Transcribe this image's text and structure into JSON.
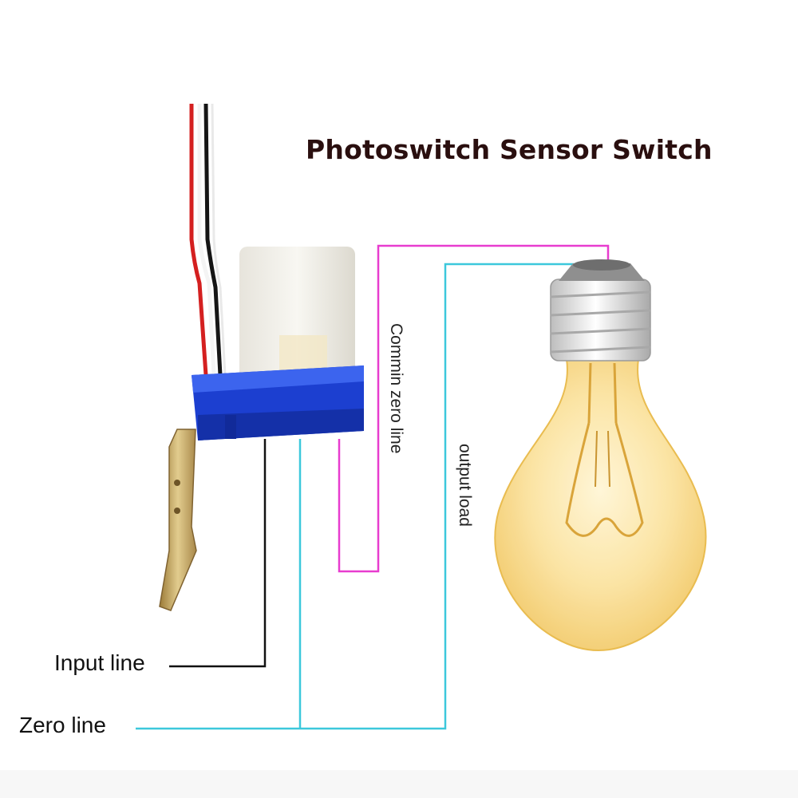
{
  "title": "Photoswitch Sensor Switch",
  "labels": {
    "input_line": "Input line",
    "zero_line": "Zero line",
    "common_zero_line": "Commin zero line",
    "output_load": "output load"
  },
  "colors": {
    "title_text": "#2a0f0f",
    "input_wire": "#111111",
    "zero_wire": "#3cc8dc",
    "common_zero_wire": "#e83ccf",
    "sensor_body": "#1c3fd0",
    "sensor_dome": "#f1efe8",
    "bulb_glass": "#f7d77a",
    "bulb_base": "#e6e6e6",
    "bracket": "#c2a259"
  },
  "icons": {
    "sensor": "photocell-sensor-icon",
    "bulb": "light-bulb-icon"
  }
}
